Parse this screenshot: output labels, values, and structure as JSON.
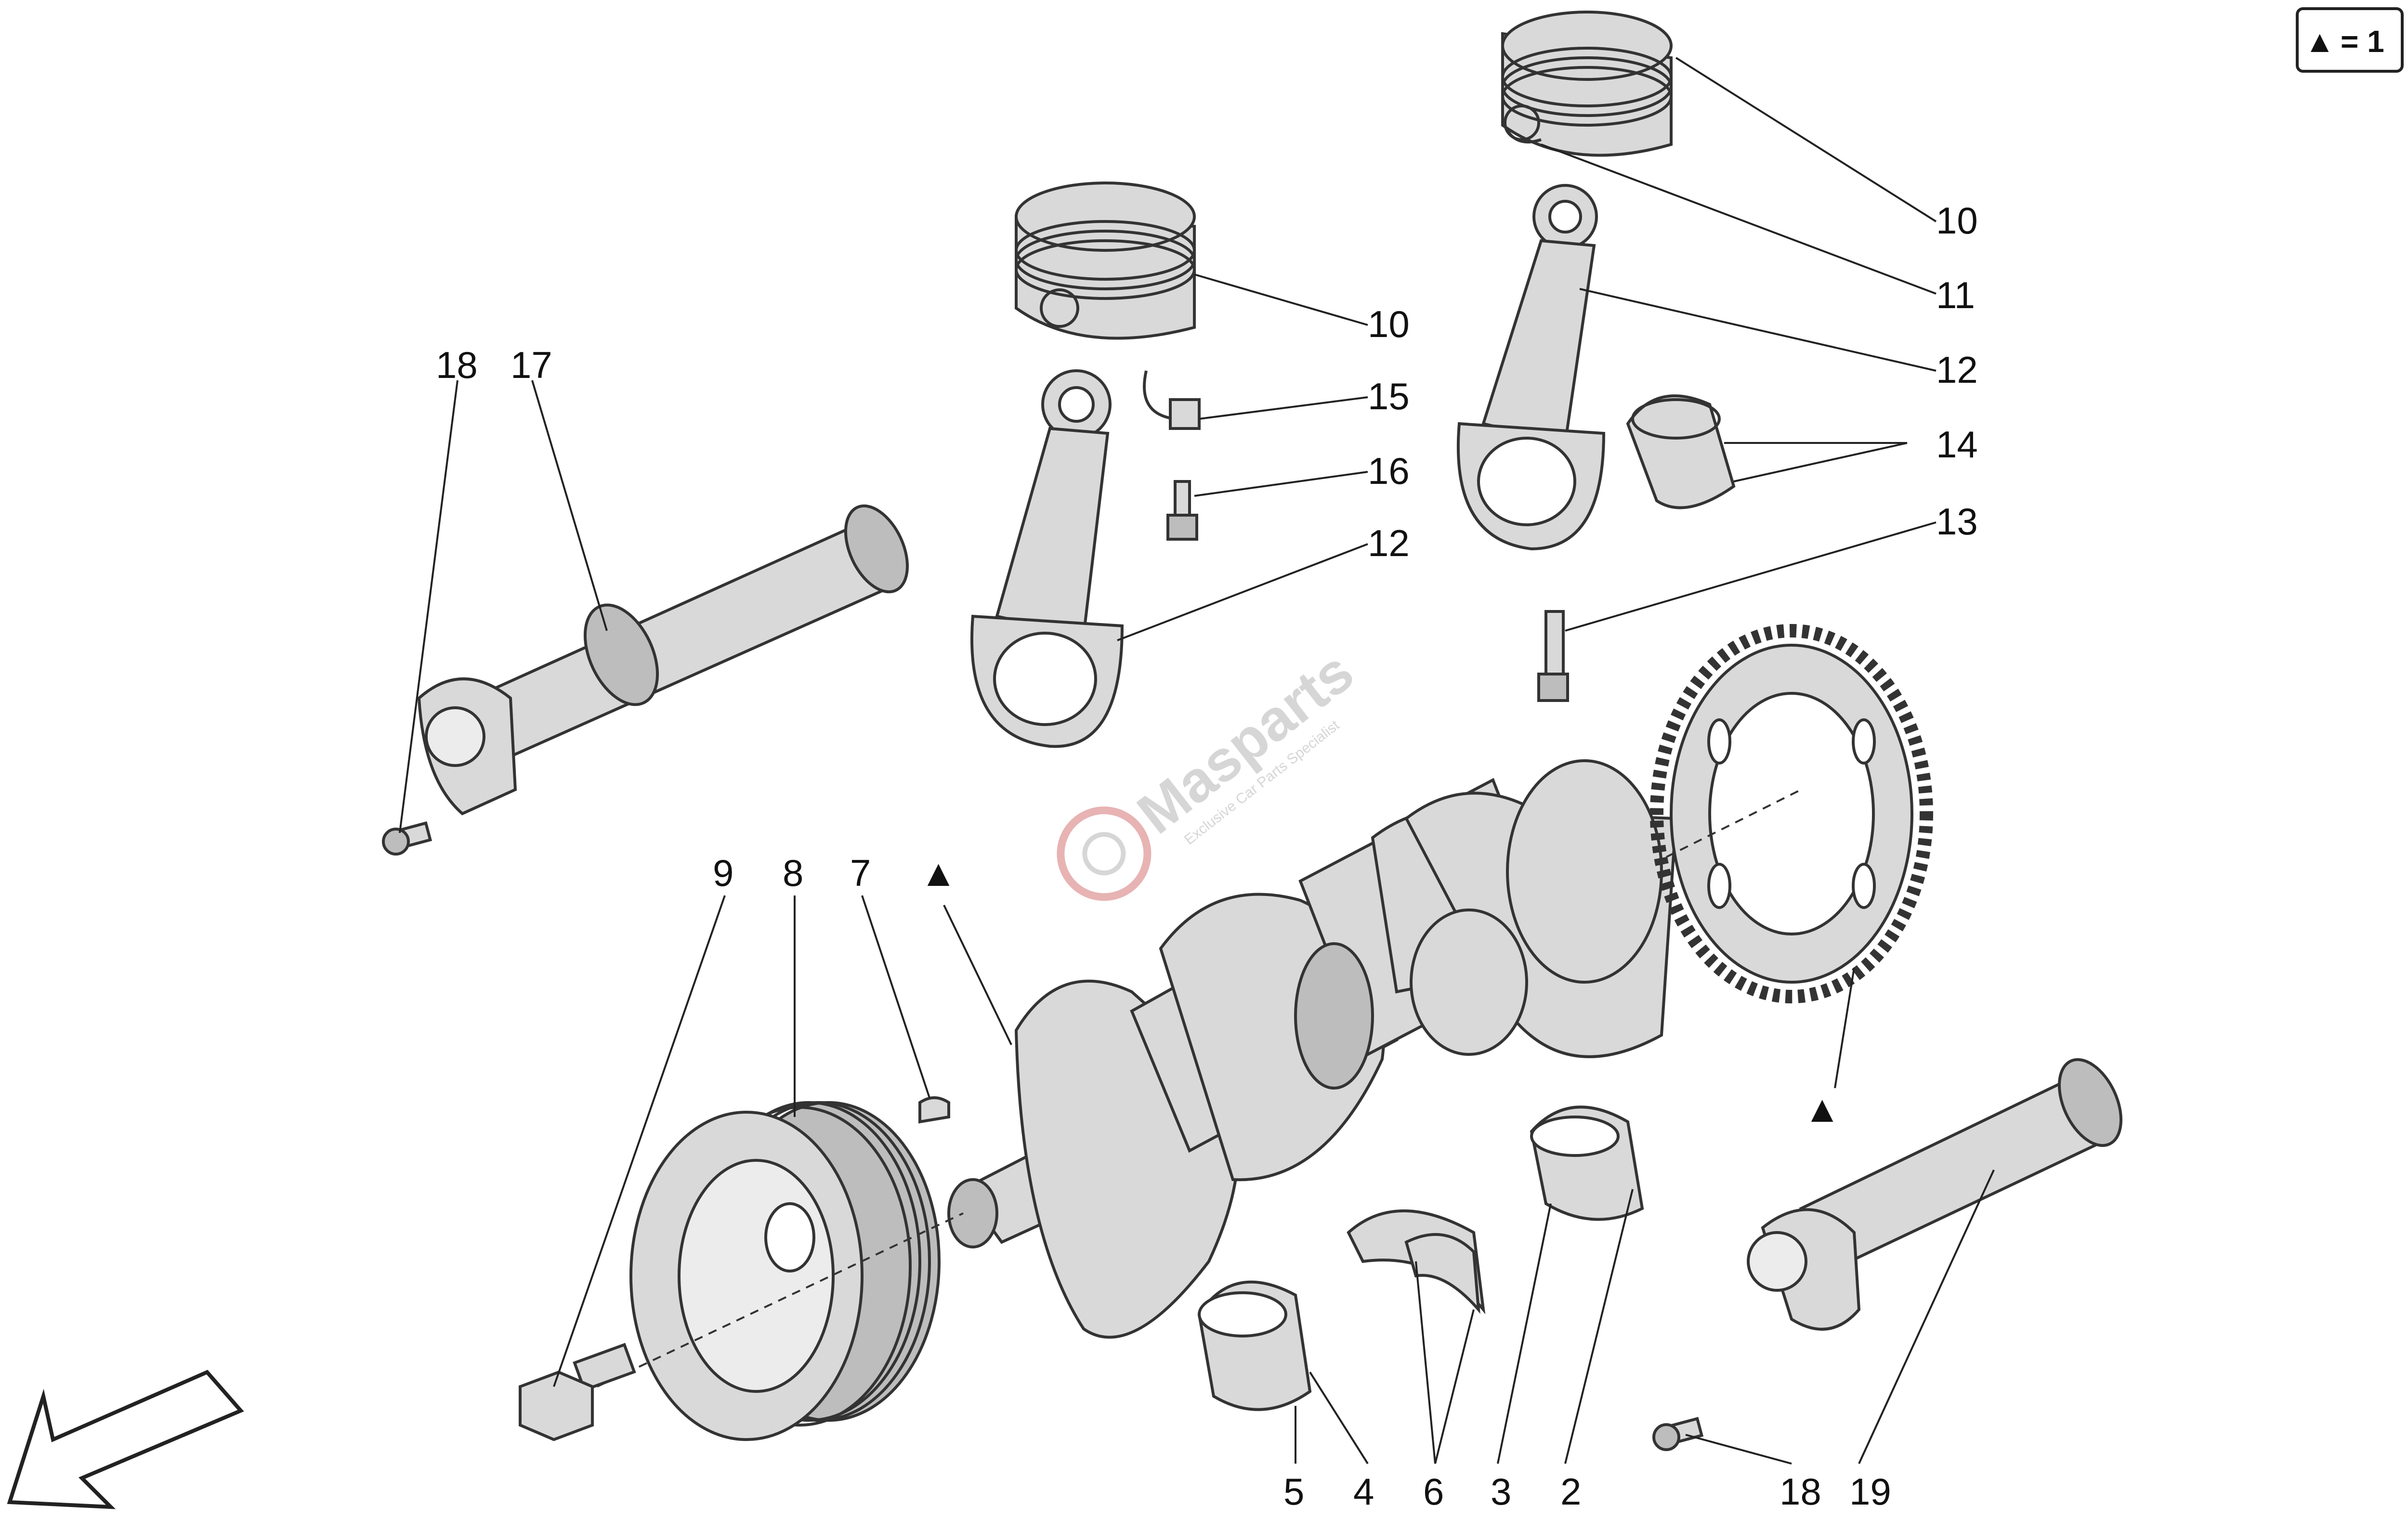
{
  "legend": {
    "symbol": "▲",
    "text": "= 1"
  },
  "watermark": {
    "brand": "Masparts",
    "tagline": "Exclusive Car Parts Specialist"
  },
  "callouts": {
    "c10a": "10",
    "c11": "11",
    "c12a": "12",
    "c14": "14",
    "c13": "13",
    "c10b": "10",
    "c15": "15",
    "c16": "16",
    "c12b": "12",
    "c18a": "18",
    "c17": "17",
    "c9": "9",
    "c8": "8",
    "c7": "7",
    "c5": "5",
    "c4": "4",
    "c6": "6",
    "c3": "3",
    "c2": "2",
    "c18b": "18",
    "c19": "19"
  },
  "markers": {
    "crank_marker": "▲",
    "gear_marker": "▲"
  }
}
